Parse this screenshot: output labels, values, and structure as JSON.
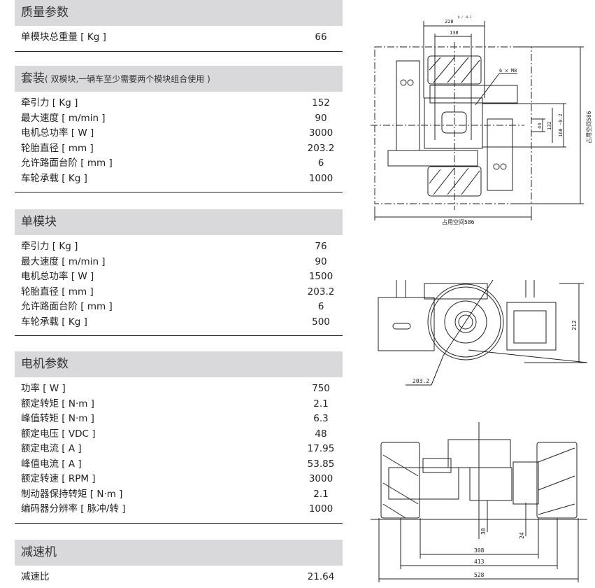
{
  "sections": [
    {
      "title": "质量参数",
      "rows": [
        {
          "label": "单模块总重量 [ Kg ]",
          "value": "66"
        }
      ]
    },
    {
      "title": "套装",
      "note": "( 双模块,一辆车至少需要两个模块组合使用 )",
      "rows": [
        {
          "label": "牵引力 [ Kg ]",
          "value": "152"
        },
        {
          "label": "最大速度 [ m/min ]",
          "value": "90"
        },
        {
          "label": "电机总功率 [ W ]",
          "value": "3000"
        },
        {
          "label": "轮胎直径 [ mm ]",
          "value": "203.2"
        },
        {
          "label": "允许路面台阶 [ mm ]",
          "value": "6"
        },
        {
          "label": "车轮承载 [ Kg ]",
          "value": "1000"
        }
      ]
    },
    {
      "title": "单模块",
      "rows": [
        {
          "label": "牵引力 [ Kg ]",
          "value": "76"
        },
        {
          "label": "最大速度 [ m/min ]",
          "value": "90"
        },
        {
          "label": "电机总功率 [ W ]",
          "value": "1500"
        },
        {
          "label": "轮胎直径 [ mm ]",
          "value": "203.2"
        },
        {
          "label": "允许路面台阶 [ mm ]",
          "value": "6"
        },
        {
          "label": "车轮承载 [ Kg ]",
          "value": "500"
        }
      ]
    },
    {
      "title": "电机参数",
      "rows": [
        {
          "label": "功率 [ W ]",
          "value": "750"
        },
        {
          "label": "额定转矩 [ N·m ]",
          "value": "2.1"
        },
        {
          "label": "峰值转矩 [ N·m ]",
          "value": "6.3"
        },
        {
          "label": "额定电压 [ VDC ]",
          "value": "48"
        },
        {
          "label": "额定电流 [ A ]",
          "value": "17.95"
        },
        {
          "label": "峰值电流 [ A ]",
          "value": "53.85"
        },
        {
          "label": "额定转速 [ RPM ]",
          "value": "3000"
        },
        {
          "label": "制动器保持转矩 [ N·m ]",
          "value": "2.1"
        },
        {
          "label": "编码器分辨率 [ 脉冲/转 ]",
          "value": "1000"
        }
      ]
    },
    {
      "title": "减速机",
      "rows": [
        {
          "label": "减速比",
          "value": "21.64"
        }
      ]
    }
  ],
  "drawings": {
    "top_view": {
      "dim_width": "228",
      "dim_width_tol": "0 / -0.2",
      "dim_138": "138",
      "bolt_note": "6 x M8",
      "dim_44": "44",
      "dim_132": "132",
      "dim_160": "160 -0.2",
      "space_h": "占用空间586",
      "space_v": "占用空间586"
    },
    "side_view": {
      "dim_height": "212",
      "dim_diameter": "203.2"
    },
    "front_view": {
      "dim_30": "30",
      "dim_24": "24",
      "dim_308": "308",
      "dim_413": "413",
      "dim_528": "528"
    }
  }
}
